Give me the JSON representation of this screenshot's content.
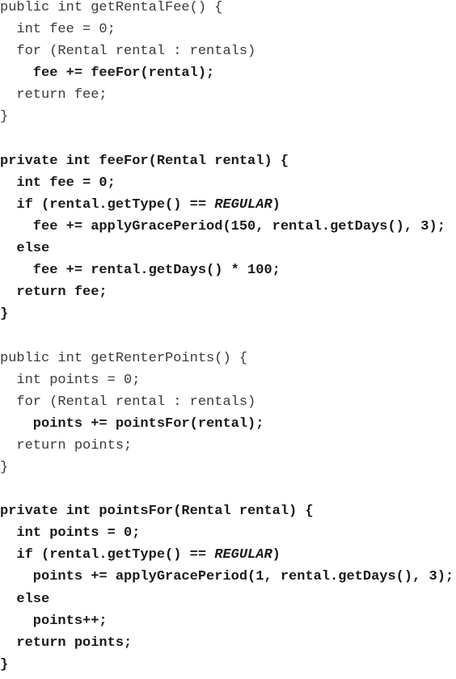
{
  "lines": [
    {
      "bold": false,
      "segments": [
        {
          "t": "public int getRentalFee() {"
        }
      ]
    },
    {
      "bold": false,
      "segments": [
        {
          "t": "  int fee = 0;"
        }
      ]
    },
    {
      "bold": false,
      "segments": [
        {
          "t": "  for (Rental rental : rentals)"
        }
      ]
    },
    {
      "bold": true,
      "segments": [
        {
          "t": "    fee += feeFor(rental);"
        }
      ]
    },
    {
      "bold": false,
      "segments": [
        {
          "t": "  return fee;"
        }
      ]
    },
    {
      "bold": false,
      "segments": [
        {
          "t": "}"
        }
      ]
    },
    {
      "bold": false,
      "segments": [
        {
          "t": ""
        }
      ]
    },
    {
      "bold": true,
      "segments": [
        {
          "t": "private int feeFor(Rental rental) {"
        }
      ]
    },
    {
      "bold": true,
      "segments": [
        {
          "t": "  int fee = 0;"
        }
      ]
    },
    {
      "bold": true,
      "segments": [
        {
          "t": "  if (rental.getType() == "
        },
        {
          "t": "REGULAR",
          "i": true
        },
        {
          "t": ")"
        }
      ]
    },
    {
      "bold": true,
      "segments": [
        {
          "t": "    fee += applyGracePeriod(150, rental.getDays(), 3);"
        }
      ]
    },
    {
      "bold": true,
      "segments": [
        {
          "t": "  else"
        }
      ]
    },
    {
      "bold": true,
      "segments": [
        {
          "t": "    fee += rental.getDays() * 100;"
        }
      ]
    },
    {
      "bold": true,
      "segments": [
        {
          "t": "  return fee;"
        }
      ]
    },
    {
      "bold": true,
      "segments": [
        {
          "t": "}"
        }
      ]
    },
    {
      "bold": false,
      "segments": [
        {
          "t": ""
        }
      ]
    },
    {
      "bold": false,
      "segments": [
        {
          "t": "public int getRenterPoints() {"
        }
      ]
    },
    {
      "bold": false,
      "segments": [
        {
          "t": "  int points = 0;"
        }
      ]
    },
    {
      "bold": false,
      "segments": [
        {
          "t": "  for (Rental rental : rentals)"
        }
      ]
    },
    {
      "bold": true,
      "segments": [
        {
          "t": "    points += pointsFor(rental);"
        }
      ]
    },
    {
      "bold": false,
      "segments": [
        {
          "t": "  return points;"
        }
      ]
    },
    {
      "bold": false,
      "segments": [
        {
          "t": "}"
        }
      ]
    },
    {
      "bold": false,
      "segments": [
        {
          "t": ""
        }
      ]
    },
    {
      "bold": true,
      "segments": [
        {
          "t": "private int pointsFor(Rental rental) {"
        }
      ]
    },
    {
      "bold": true,
      "segments": [
        {
          "t": "  int points = 0;"
        }
      ]
    },
    {
      "bold": true,
      "segments": [
        {
          "t": "  if (rental.getType() == "
        },
        {
          "t": "REGULAR",
          "i": true
        },
        {
          "t": ")"
        }
      ]
    },
    {
      "bold": true,
      "segments": [
        {
          "t": "    points += applyGracePeriod(1, rental.getDays(), 3);"
        }
      ]
    },
    {
      "bold": true,
      "segments": [
        {
          "t": "  else"
        }
      ]
    },
    {
      "bold": true,
      "segments": [
        {
          "t": "    points++;"
        }
      ]
    },
    {
      "bold": true,
      "segments": [
        {
          "t": "  return points;"
        }
      ]
    },
    {
      "bold": true,
      "segments": [
        {
          "t": "}"
        }
      ]
    }
  ]
}
